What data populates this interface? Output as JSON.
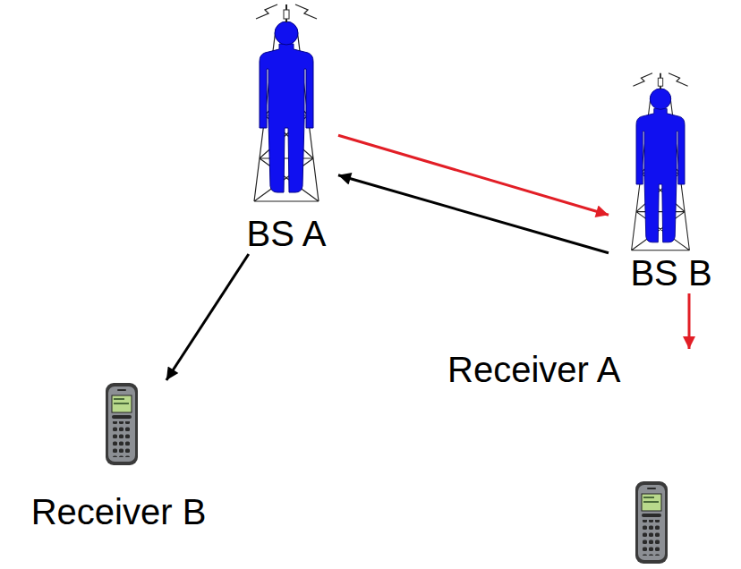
{
  "diagram": {
    "nodes": [
      {
        "text": [
          "BS A"
        ]
      },
      {
        "text": [
          "BS B"
        ]
      },
      {
        "text": [
          "Receiver B"
        ]
      },
      {
        "text": [
          "Receiver A"
        ]
      }
    ],
    "edges": [
      {
        "from": 0,
        "to": 1,
        "arrow": "to"
      },
      {
        "from": 1,
        "to": 0,
        "arrow": "to"
      },
      {
        "from": 0,
        "to": 2,
        "arrow": "to"
      },
      {
        "from": 1,
        "to": 3,
        "arrow": "to"
      }
    ]
  }
}
